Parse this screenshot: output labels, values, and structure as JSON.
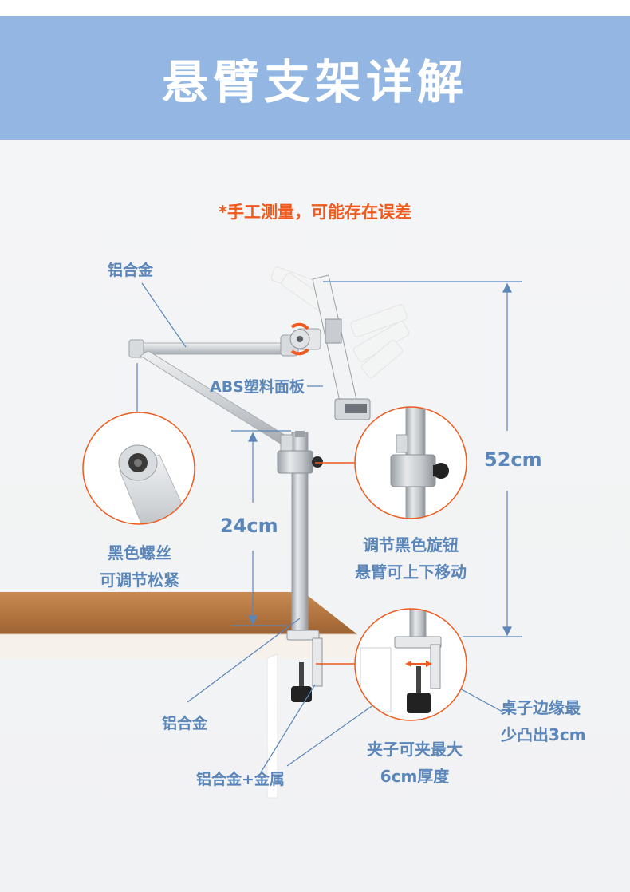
{
  "header": {
    "title": "悬臂支架详解"
  },
  "note": "*手工测量，可能存在误差",
  "labels": {
    "arm_material": "铝合金",
    "panel": "ABS塑料面板",
    "height_total": "52cm",
    "height_pole": "24cm",
    "screw_line1": "黑色螺丝",
    "screw_line2": "可调节松紧",
    "knob_line1": "调节黑色旋钮",
    "knob_line2": "悬臂可上下移动",
    "pole_material": "铝合金",
    "clamp_material": "铝合金+金属",
    "clamp_line1": "夹子可夹最大",
    "clamp_line2": "6cm厚度",
    "edge_line1": "桌子边缘最",
    "edge_line2": "少凸出3cm"
  },
  "colors": {
    "banner": "#93b7e2",
    "accent_orange": "#f05a1e",
    "label_blue": "#5a86ba",
    "desk_wood": "#b97a44"
  }
}
